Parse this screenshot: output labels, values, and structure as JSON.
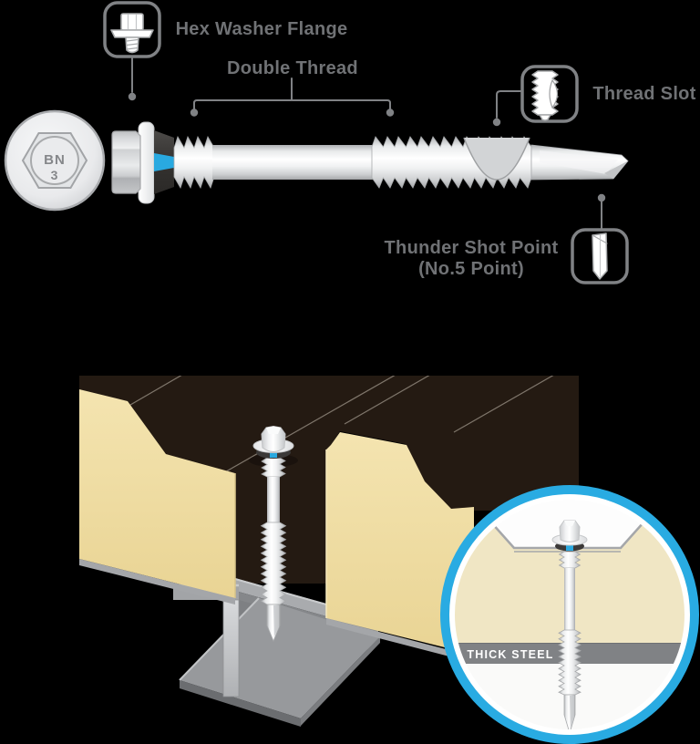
{
  "callouts": {
    "hex_washer_flange": {
      "label": "Hex Washer Flange"
    },
    "double_thread": {
      "label": "Double Thread"
    },
    "thread_slot": {
      "label": "Thread Slot"
    },
    "thunder_shot_point": {
      "label_line1": "Thunder Shot Point",
      "label_line2": "(No.5 Point)"
    }
  },
  "head_marking": {
    "line1": "BN",
    "line2": "3"
  },
  "inset": {
    "band_label": "THICK STEEL"
  },
  "colors": {
    "background": "#000000",
    "label_text": "#707275",
    "callout_line": "#808285",
    "seal_blue": "#29A9E0",
    "inset_ring_blue": "#29ABE2",
    "panel_core_tan": "#F0DCA2",
    "panel_top_dark": "#241A12",
    "steel_gray": "#96989B",
    "band_gray": "#808285",
    "band_text": "#FFFFFF"
  }
}
